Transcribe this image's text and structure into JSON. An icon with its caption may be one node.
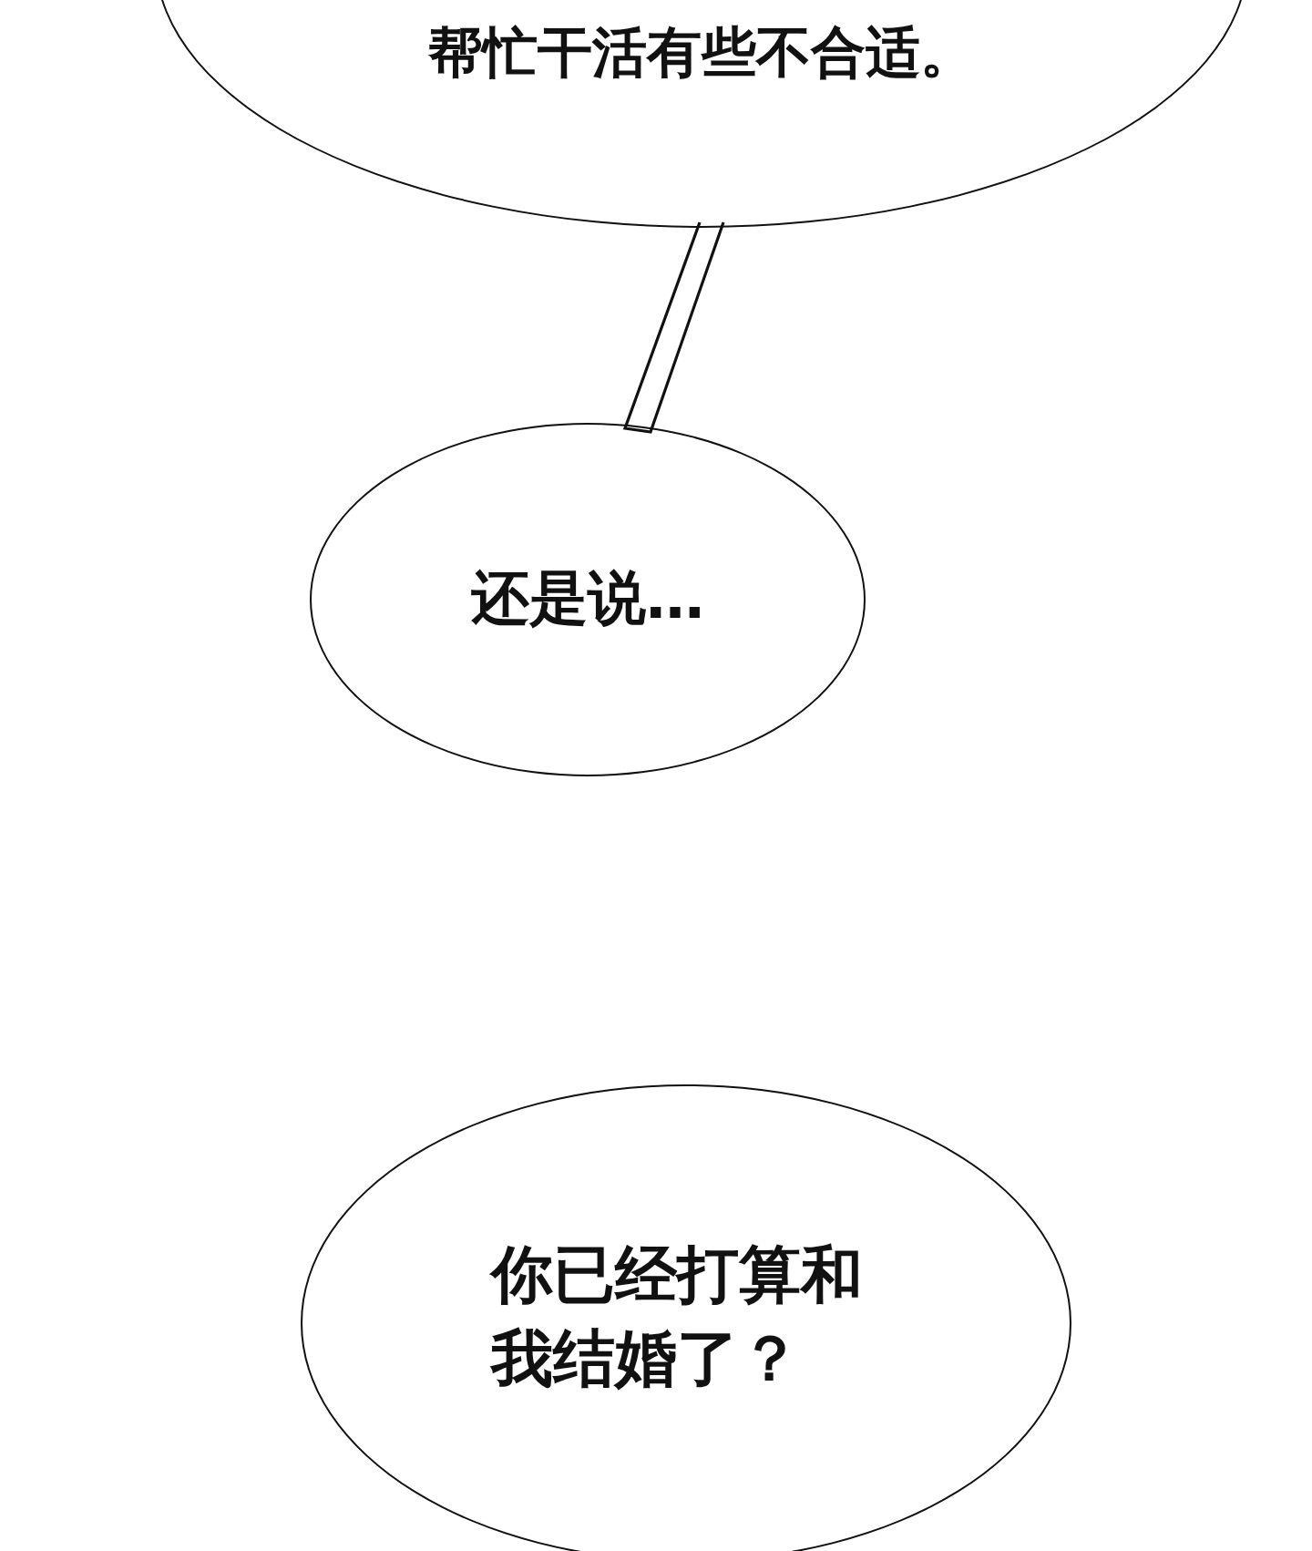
{
  "diagram": {
    "nodes": [
      {
        "text": [
          "帮忙干活有些不合适。"
        ]
      },
      {
        "text": [
          "还是说…"
        ]
      },
      {
        "text": [
          "你已经打算和我结婚了？"
        ]
      }
    ],
    "edges": [
      {
        "from": 0,
        "to": 1,
        "arrow": "none"
      }
    ]
  }
}
